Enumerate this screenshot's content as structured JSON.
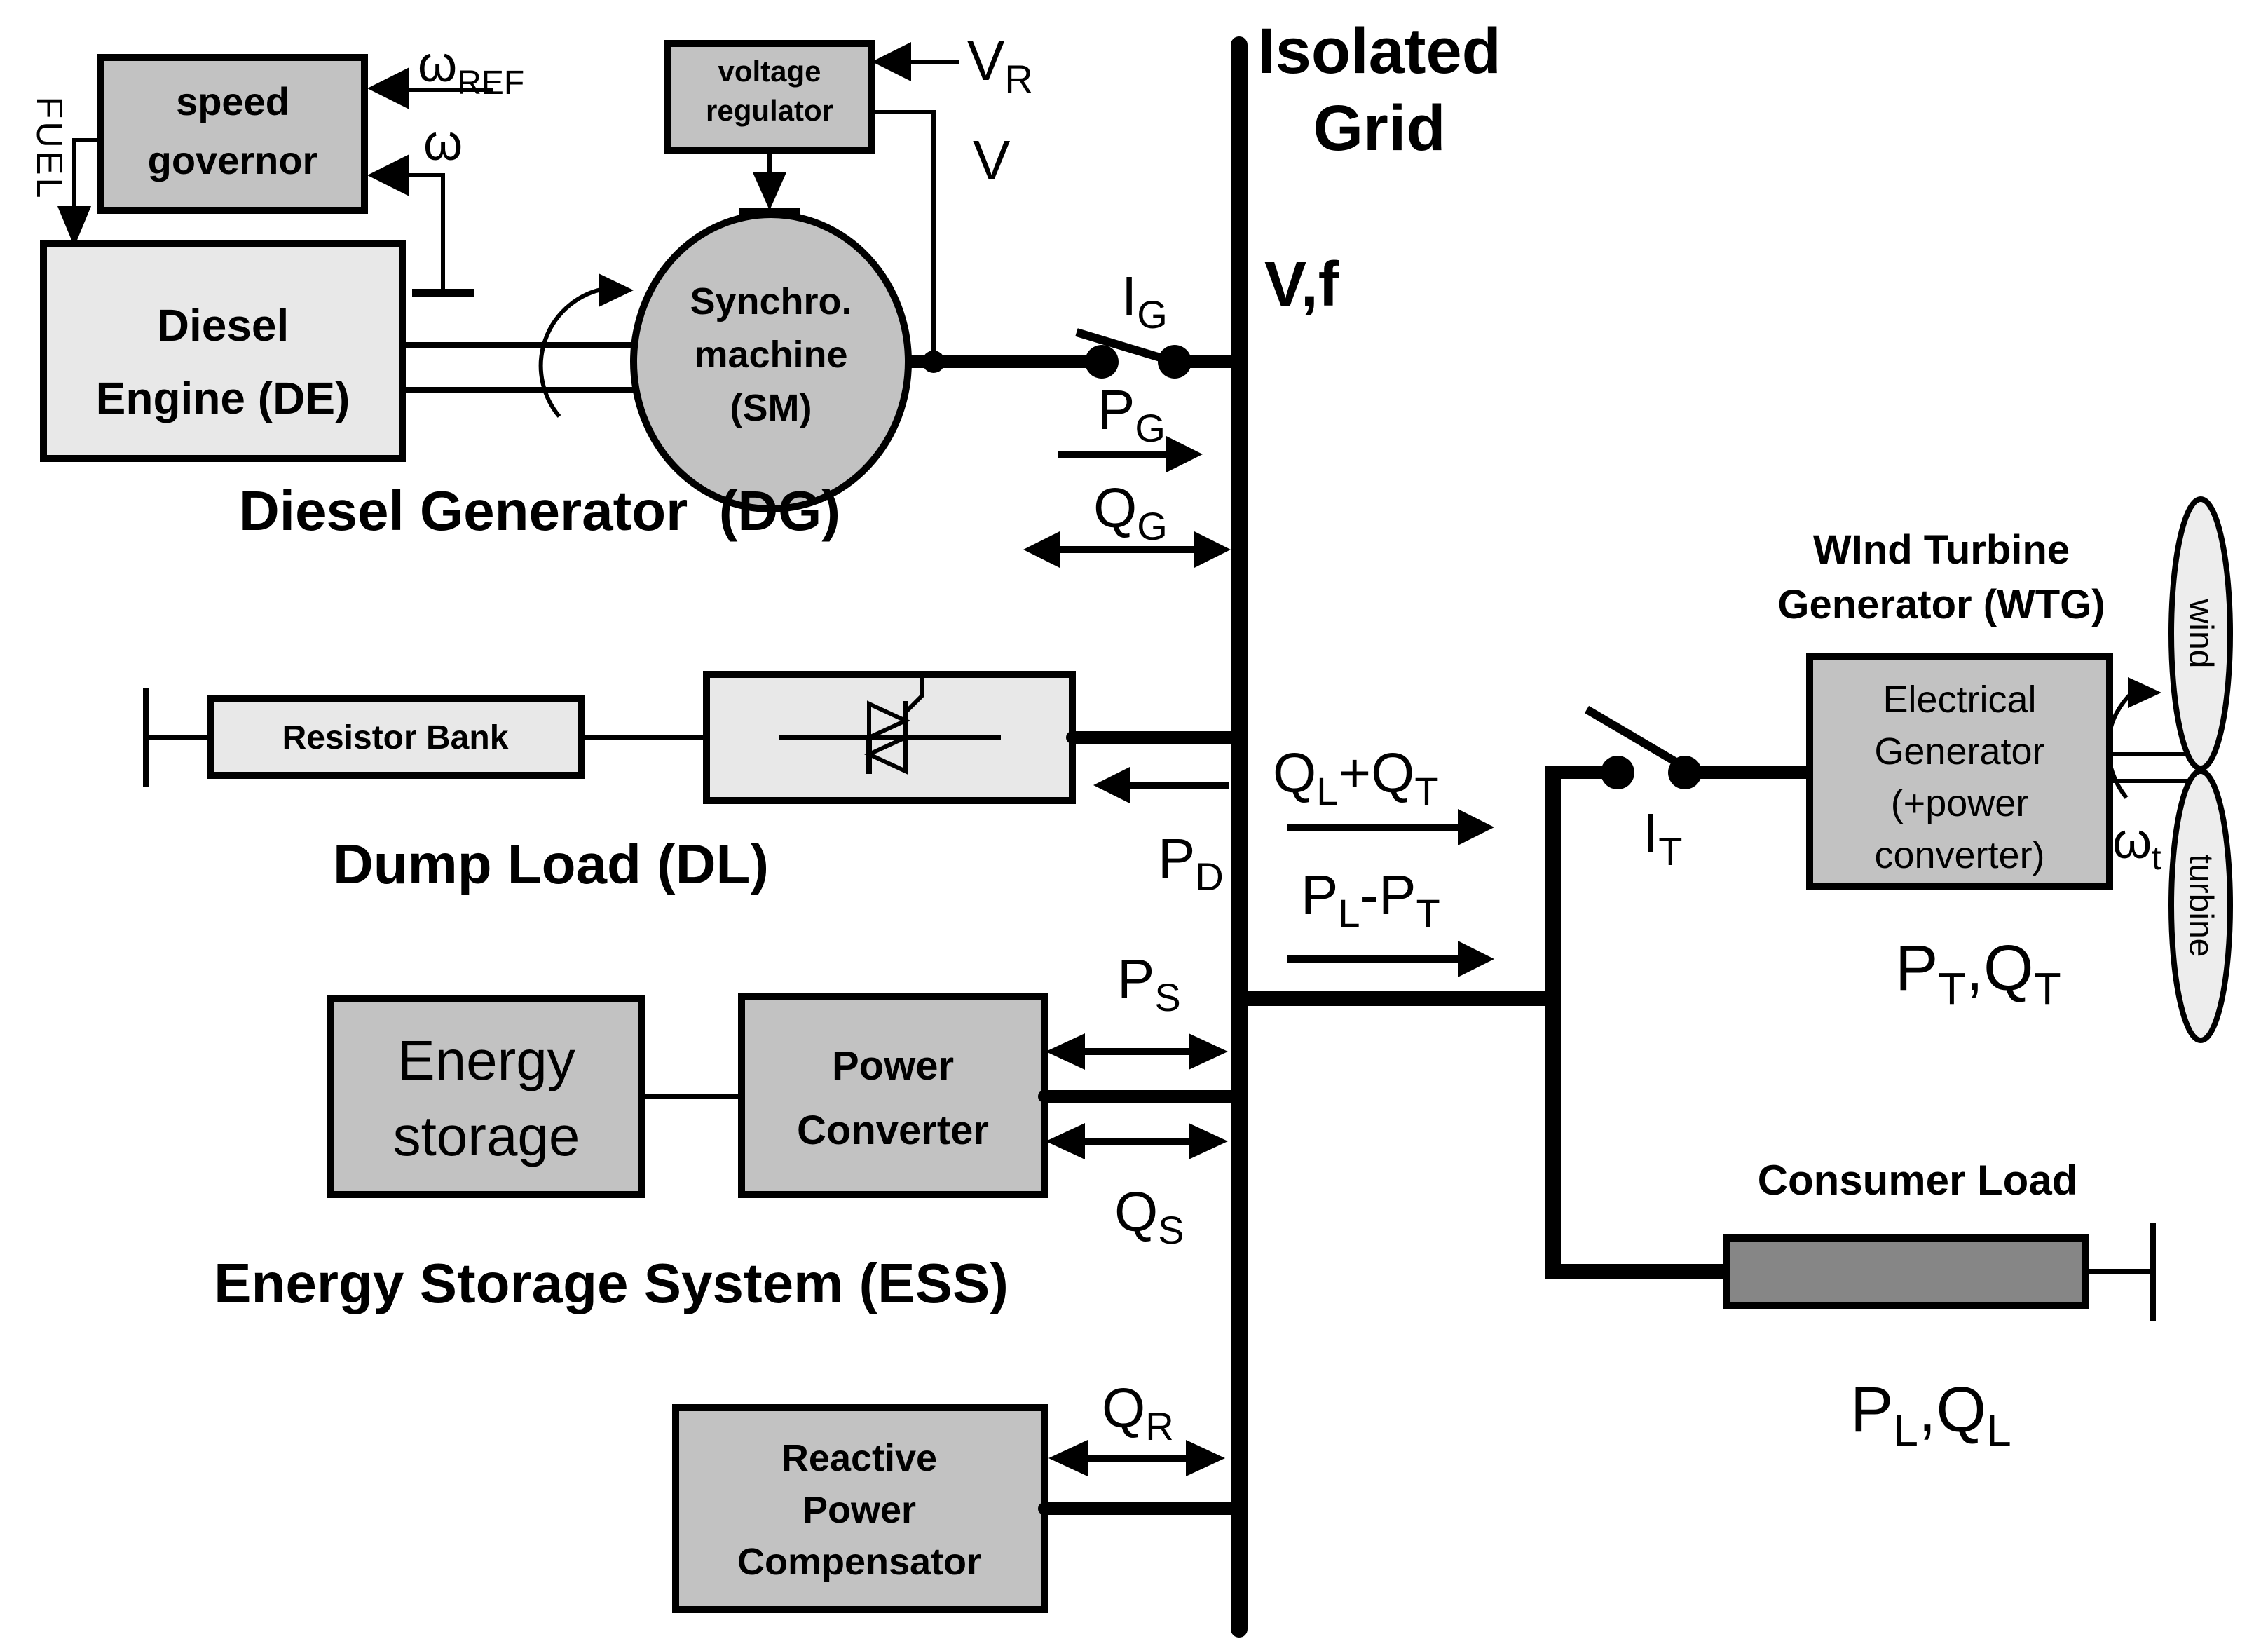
{
  "figure": {
    "bg": "#ffffff",
    "ink": "#000000",
    "box_gray": "#c2c2c2",
    "box_light": "#e8e8e8",
    "blade_gray": "#ededed",
    "load_gray": "#868686"
  },
  "grid": {
    "name_line1": "Isolated",
    "name_line2": "Grid",
    "vf": "V,f"
  },
  "dg": {
    "caption": "Diesel Generator  (DG)",
    "governor_line1": "speed",
    "governor_line2": "governor",
    "fuel": "FUEL",
    "omega_ref_main": "ω",
    "omega_ref_sub": "REF",
    "omega": "ω",
    "engine_line1": "Diesel",
    "engine_line2": "Engine (DE)",
    "regulator_line1": "voltage",
    "regulator_line2": "regulator",
    "vr_main": "V",
    "vr_sub": "R",
    "v": "V",
    "machine_line1": "Synchro.",
    "machine_line2": "machine",
    "machine_line3": "(SM)",
    "ig_main": "I",
    "ig_sub": "G",
    "pg_main": "P",
    "pg_sub": "G",
    "qg_main": "Q",
    "qg_sub": "G"
  },
  "dump_load": {
    "caption": "Dump Load (DL)",
    "resistor_bank": "Resistor Bank",
    "pd_main": "P",
    "pd_sub": "D"
  },
  "ess": {
    "caption": "Energy Storage System (ESS)",
    "storage_line1": "Energy",
    "storage_line2": "storage",
    "converter_line1": "Power",
    "converter_line2": "Converter",
    "ps_main": "P",
    "ps_sub": "S",
    "qs_main": "Q",
    "qs_sub": "S"
  },
  "rpc": {
    "line1": "Reactive",
    "line2": "Power",
    "line3": "Compensator",
    "qr_main": "Q",
    "qr_sub": "R"
  },
  "wtg": {
    "caption_line1": "WInd Turbine",
    "caption_line2": "Generator (WTG)",
    "box_line1": "Electrical",
    "box_line2": "Generator",
    "box_line3": "(+power",
    "box_line4": "converter)",
    "wind": "wind",
    "turbine": "turbine",
    "omega_t_main": "ω",
    "omega_t_sub": "t",
    "it_main": "I",
    "it_sub": "T",
    "ptqt_p1": "P",
    "ptqt_s1": "T",
    "ptqt_p2": ",Q",
    "ptqt_s2": "T"
  },
  "consumer": {
    "caption": "Consumer Load",
    "plql_p1": "P",
    "plql_s1": "L",
    "plql_p2": ",Q",
    "plql_s2": "L"
  },
  "flows": {
    "qlqt_p1": "Q",
    "qlqt_s1": "L",
    "qlqt_p2": "+Q",
    "qlqt_s2": "T",
    "plpt_p1": "P",
    "plpt_s1": "L",
    "plpt_p2": "-P",
    "plpt_s2": "T"
  }
}
